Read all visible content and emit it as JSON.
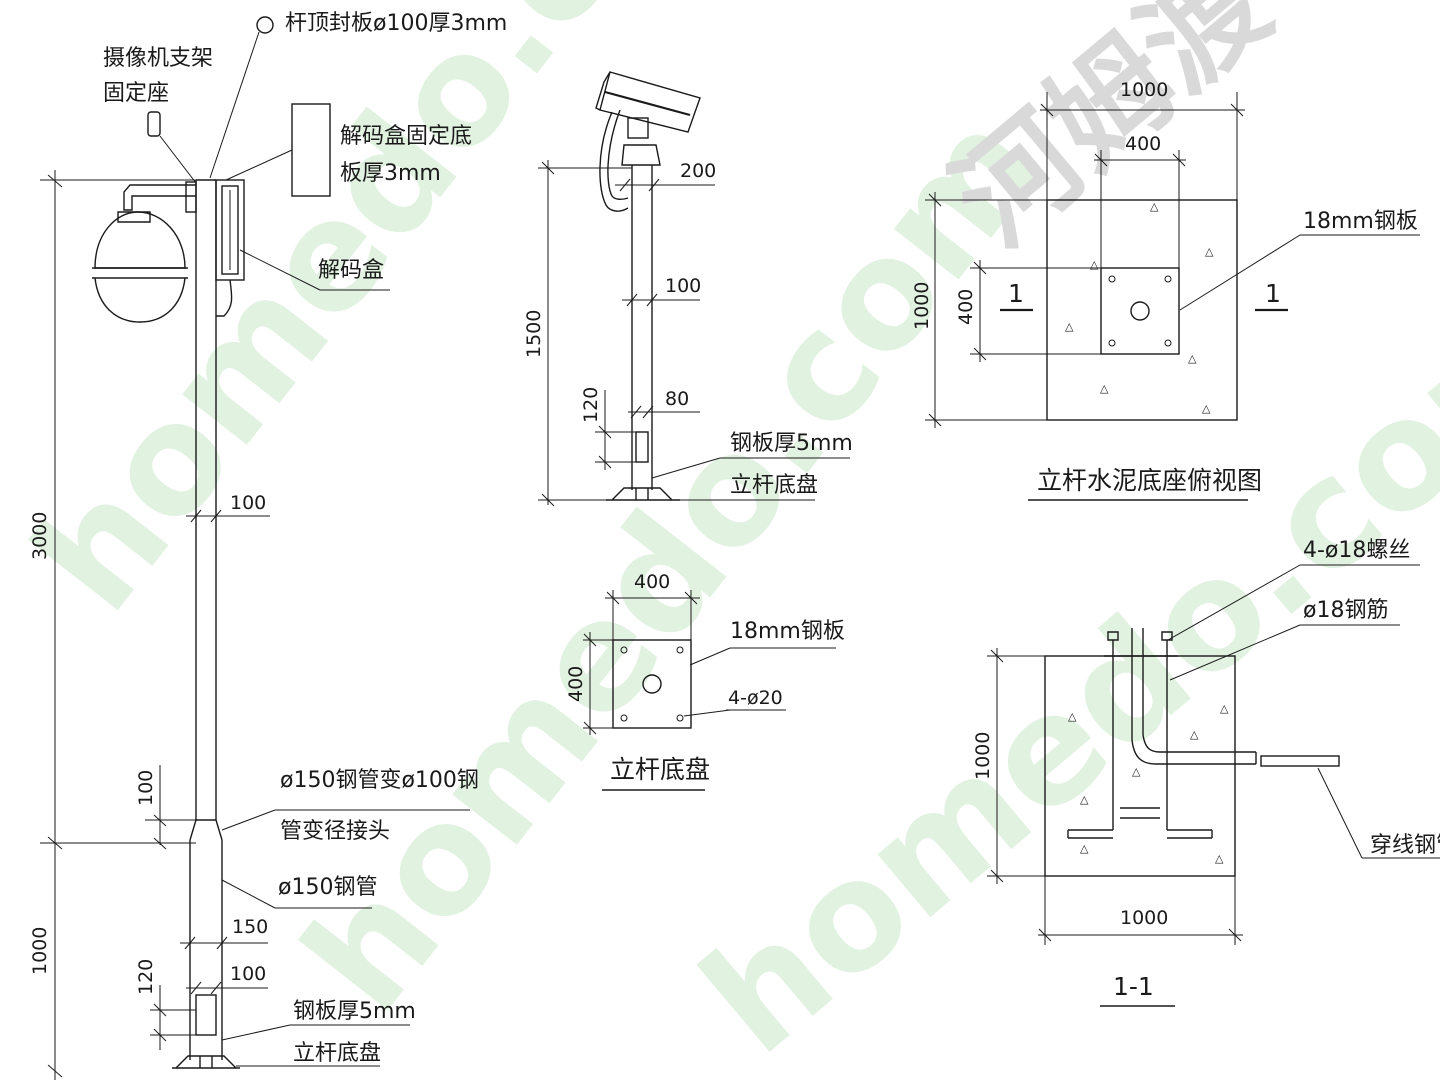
{
  "pole_elevation": {
    "top_cap_label": "杆顶封板ø100厚3mm",
    "camera_mount_label_line1": "摄像机支架",
    "camera_mount_label_line2": "固定座",
    "decoder_plate_label_line1": "解码盒固定底",
    "decoder_plate_label_line2": "板厚3mm",
    "decoder_box_label": "解码盒",
    "dim_upper_height": "3000",
    "dim_lower_height": "1000",
    "dim_upper_dia": "100",
    "dim_reducer": "100",
    "reducer_label_line1": "ø150钢管变ø100钢",
    "reducer_label_line2": "管变径接头",
    "lower_pipe_label": "ø150钢管",
    "dim_lower_dia": "150",
    "dim_base_dia": "100",
    "dim_base_height": "120",
    "steel_plate_label": "钢板厚5mm",
    "base_plate_label": "立杆底盘"
  },
  "camera_elevation": {
    "dim_arm": "200",
    "dim_pole_dia": "100",
    "dim_height": "1500",
    "dim_base_h": "120",
    "dim_base_w": "80",
    "steel_plate_label": "钢板厚5mm",
    "base_plate_label": "立杆底盘"
  },
  "base_plate_detail": {
    "dim_width": "400",
    "dim_height": "400",
    "plate_label": "18mm钢板",
    "holes_label": "4-ø20",
    "title": "立杆底盘"
  },
  "foundation_plan": {
    "dim_outer_w": "1000",
    "dim_inner_w": "400",
    "dim_outer_h": "1000",
    "dim_inner_h": "400",
    "plate_label": "18mm钢板",
    "section_left": "1",
    "section_right": "1",
    "title": "立杆水泥底座俯视图"
  },
  "section_1_1": {
    "bolts_label": "4-ø18螺丝",
    "rebar_label": "ø18钢筋",
    "dim_height": "1000",
    "dim_width": "1000",
    "conduit_label": "穿线钢管",
    "title": "1-1"
  },
  "watermark": {
    "site": "homedo.com",
    "brand": "河姆渡",
    "color": "#8fd18f"
  }
}
